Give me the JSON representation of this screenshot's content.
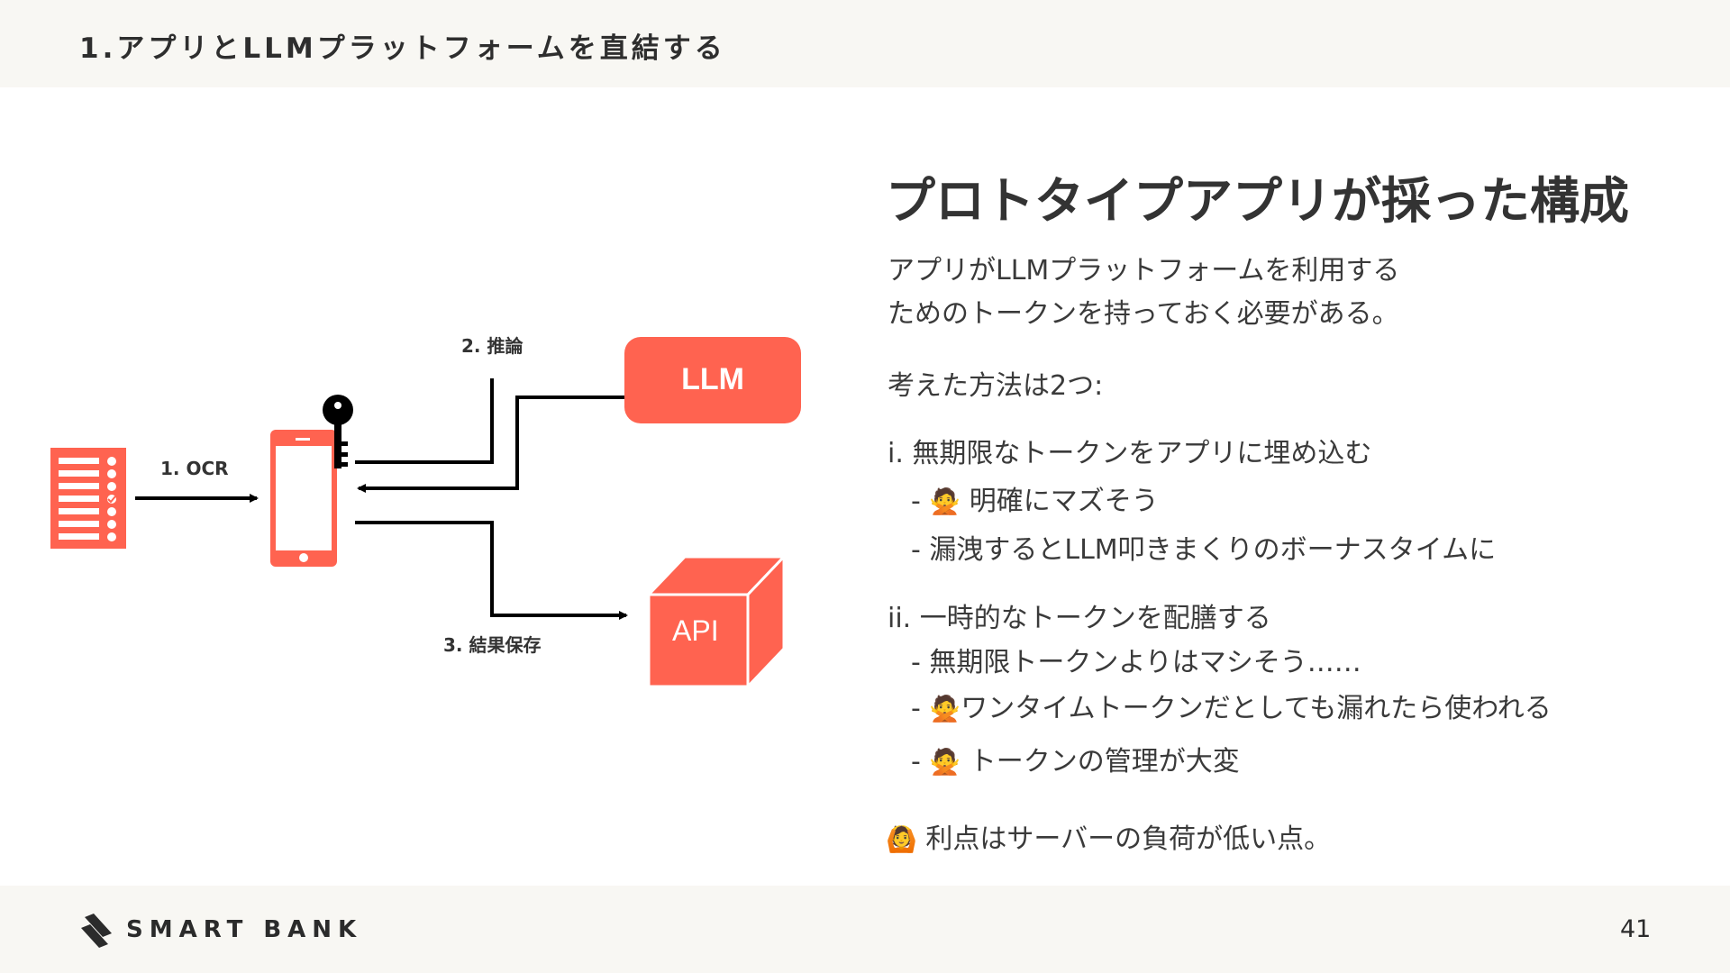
{
  "header": {
    "title": "1.アプリとLLMプラットフォームを直結する"
  },
  "diagram": {
    "step1_label": "1. OCR",
    "step2_label": "2. 推論",
    "step3_label": "3. 結果保存",
    "llm_label": "LLM",
    "api_label": "API",
    "accent_color": "#ff6350"
  },
  "content": {
    "title": "プロトタイプアプリが採った構成",
    "intro_line1": "アプリがLLMプラットフォームを利用する",
    "intro_line2": "ためのトークンを持っておく必要がある。",
    "methods_heading": "考えた方法は2つ:",
    "option1": "i. 無期限なトークンをアプリに埋め込む",
    "option1_bullet1_prefix": "- ",
    "option1_bullet1_emoji": "🙅",
    "option1_bullet1_text": " 明確にマズそう",
    "option1_bullet2": "- 漏洩するとLLM叩きまくりのボーナスタイムに",
    "option2": "ii. 一時的なトークンを配膳する",
    "option2_bullet1": "- 無期限トークンよりはマシそう……",
    "option2_bullet2_prefix": "- ",
    "option2_bullet2_emoji": "🙅",
    "option2_bullet2_text": "ワンタイムトークンだとしても漏れたら使われる",
    "option2_bullet3_prefix": "- ",
    "option2_bullet3_emoji": "🙅",
    "option2_bullet3_text": " トークンの管理が大変",
    "conclusion_emoji": "🙆",
    "conclusion_text": " 利点はサーバーの負荷が低い点。"
  },
  "footer": {
    "logo_text": "SMART BANK",
    "page_number": "41"
  }
}
